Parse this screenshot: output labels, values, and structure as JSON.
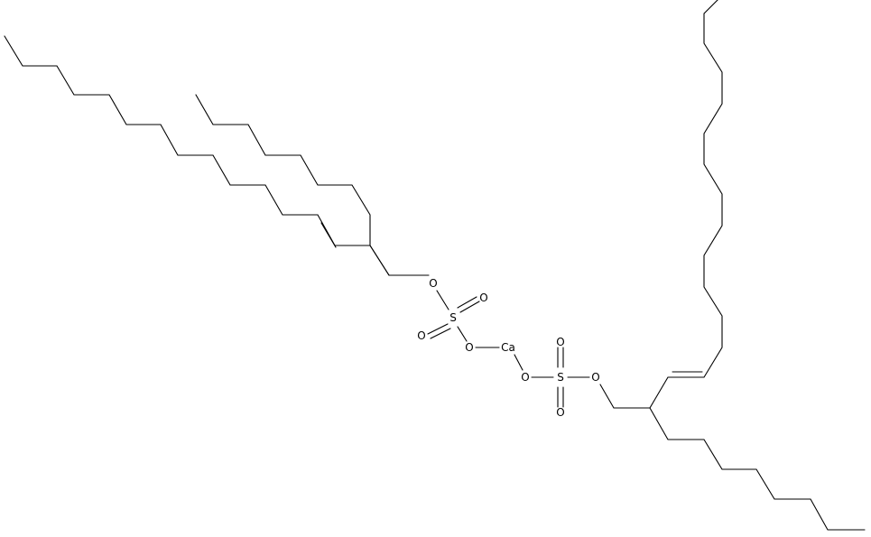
{
  "labels": {
    "O": "O",
    "S": "S",
    "Ca": "Ca"
  },
  "colors": {
    "bond": "#000000",
    "background": "#ffffff"
  }
}
